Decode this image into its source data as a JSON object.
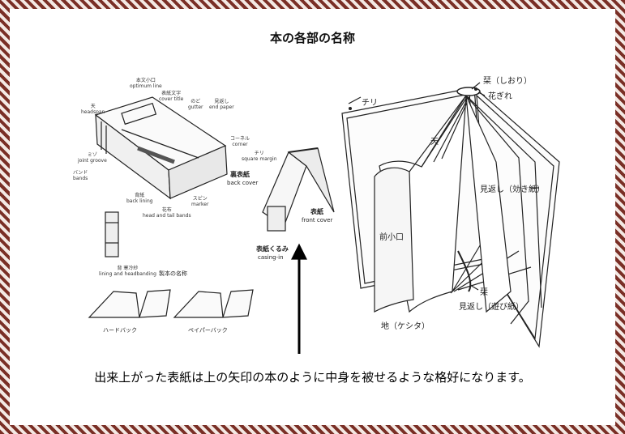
{
  "title": "本の各部の名称",
  "caption": "出来上がった表紙は上の矢印の本のように中身を被せるような格好になります。",
  "right_labels": {
    "chiri": "チリ",
    "shiori": "栞（しおり）",
    "hanagire": "花ぎれ",
    "ten": "天",
    "mikaeshi_kiki": "見返し（効き紙）",
    "maekoguchi": "前小口",
    "sen": "栞",
    "mikaeshi_asobi": "見返し（遊び紙）",
    "chi": "地（ケシタ）"
  },
  "middle_labels": {
    "back_cover": "裏表紙",
    "back_cover_en": "back cover",
    "front_cover": "表紙",
    "front_cover_en": "front cover",
    "casing": "表紙くるみ",
    "casing_en": "casing-in"
  },
  "small_labels": {
    "open_title": "製本の名称",
    "hardback": "ハードバック",
    "paperback": "ペイパーバック"
  },
  "colors": {
    "border": "#7a2f26",
    "ink": "#222222"
  }
}
